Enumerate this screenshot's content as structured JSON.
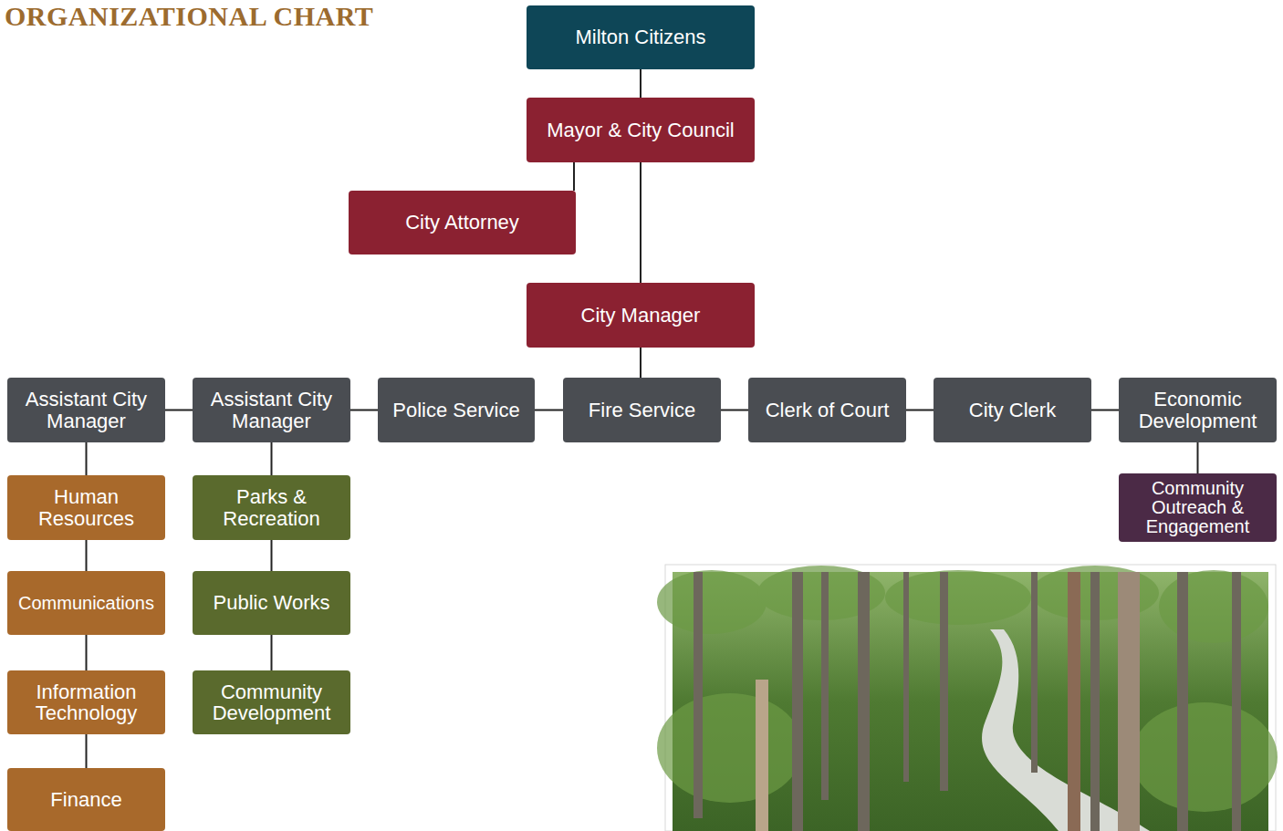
{
  "diagram": {
    "title": "ORGANIZATIONAL CHART",
    "nodes": [
      {
        "text": [
          "Milton Citizens"
        ]
      },
      {
        "text": [
          "Mayor & City Council"
        ]
      },
      {
        "text": [
          "City Attorney"
        ]
      },
      {
        "text": [
          "City Manager"
        ]
      },
      {
        "text": [
          "Assistant City Manager"
        ]
      },
      {
        "text": [
          "Assistant City Manager"
        ]
      },
      {
        "text": [
          "Police Service"
        ]
      },
      {
        "text": [
          "Fire Service"
        ]
      },
      {
        "text": [
          "Clerk of Court"
        ]
      },
      {
        "text": [
          "City Clerk"
        ]
      },
      {
        "text": [
          "Economic Development"
        ]
      },
      {
        "text": [
          "Human Resources"
        ]
      },
      {
        "text": [
          "Communications"
        ]
      },
      {
        "text": [
          "Information Technology"
        ]
      },
      {
        "text": [
          "Finance"
        ]
      },
      {
        "text": [
          "Parks & Recreation"
        ]
      },
      {
        "text": [
          "Public Works"
        ]
      },
      {
        "text": [
          "Community Development"
        ]
      },
      {
        "text": [
          "Community Outreach & Engagement"
        ]
      }
    ],
    "edges": [
      {
        "from": 0,
        "to": 1,
        "arrow": "none"
      },
      {
        "from": 1,
        "to": 2,
        "arrow": "none"
      },
      {
        "from": 1,
        "to": 3,
        "arrow": "none"
      },
      {
        "from": 3,
        "to": 7,
        "arrow": "none"
      },
      {
        "from": 4,
        "to": 5,
        "arrow": "none"
      },
      {
        "from": 5,
        "to": 6,
        "arrow": "none"
      },
      {
        "from": 6,
        "to": 7,
        "arrow": "none"
      },
      {
        "from": 7,
        "to": 8,
        "arrow": "none"
      },
      {
        "from": 8,
        "to": 9,
        "arrow": "none"
      },
      {
        "from": 9,
        "to": 10,
        "arrow": "none"
      },
      {
        "from": 4,
        "to": 11,
        "arrow": "none"
      },
      {
        "from": 11,
        "to": 12,
        "arrow": "none"
      },
      {
        "from": 12,
        "to": 13,
        "arrow": "none"
      },
      {
        "from": 13,
        "to": 14,
        "arrow": "none"
      },
      {
        "from": 5,
        "to": 15,
        "arrow": "none"
      },
      {
        "from": 15,
        "to": 16,
        "arrow": "none"
      },
      {
        "from": 16,
        "to": 17,
        "arrow": "none"
      },
      {
        "from": 10,
        "to": 18,
        "arrow": "none"
      }
    ]
  }
}
